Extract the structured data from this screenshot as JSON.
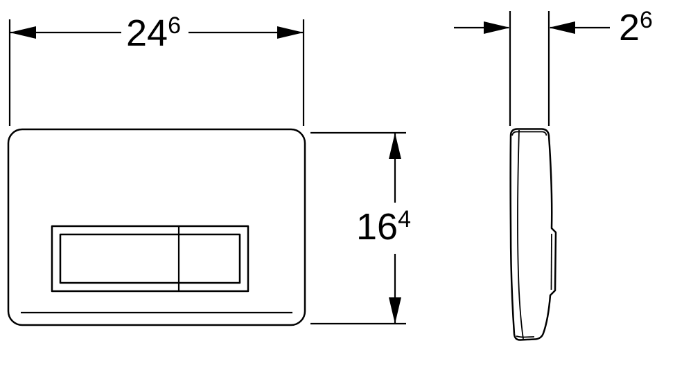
{
  "drawing": {
    "background_color": "#ffffff",
    "line_color": "#000000"
  },
  "dimensions": {
    "width": {
      "base": "24",
      "sup": "6"
    },
    "height": {
      "base": "16",
      "sup": "4"
    },
    "depth": {
      "base": "2",
      "sup": "6"
    }
  }
}
